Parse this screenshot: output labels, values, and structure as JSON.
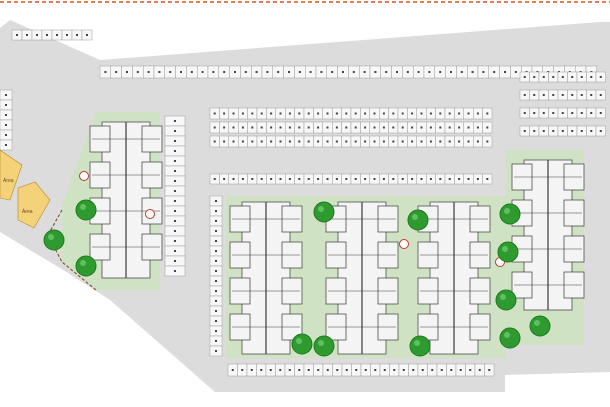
{
  "site_plan": {
    "amenity_labels": {
      "left_area": "Área",
      "center_area": "Área"
    },
    "colors": {
      "background": "#ffffff",
      "lot": "#dcdcdc",
      "green": "#cfe3c4",
      "tree": "#2f9a2f",
      "tree_dark": "#1f7a1f",
      "building_fill": "#f4f4f4",
      "building_line": "#3a3a3a",
      "parking": "#f7f7f7",
      "boundary": "#d9531e",
      "amenity": "#f3d27a",
      "path": "#8b5a2b"
    },
    "counts": {
      "building_blocks": 5,
      "trees": 13
    }
  }
}
